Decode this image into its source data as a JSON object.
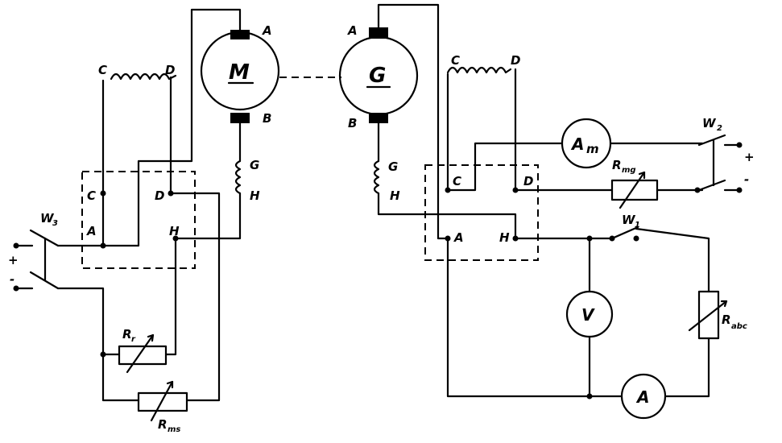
{
  "motor": {
    "symbol": "M",
    "terminal_a": "A",
    "terminal_b": "B",
    "field_c": "C",
    "field_d": "D",
    "series_g": "G",
    "series_h": "H"
  },
  "generator": {
    "symbol": "G",
    "terminal_a": "A",
    "terminal_b": "B",
    "field_c": "C",
    "field_d": "D",
    "series_g": "G",
    "series_h": "H"
  },
  "left_board": {
    "c": "C",
    "d": "D",
    "a": "A",
    "h": "H"
  },
  "right_board": {
    "c": "C",
    "d": "D",
    "a": "A",
    "h": "H"
  },
  "switches": {
    "left": {
      "name": "W",
      "sub": "3"
    },
    "right": {
      "name": "W",
      "sub": "2"
    },
    "load": {
      "name": "W",
      "sub": "1"
    }
  },
  "supply": {
    "plus": "+",
    "minus": "-"
  },
  "resistors": {
    "rr": {
      "name": "R",
      "sub": "r"
    },
    "rms": {
      "name": "R",
      "sub": "ms"
    },
    "rmg": {
      "name": "R",
      "sub": "mg"
    },
    "rabc": {
      "name": "R",
      "sub": "abc"
    }
  },
  "meters": {
    "am": {
      "name": "A",
      "sub": "m"
    },
    "voltmeter": "V",
    "ammeter": "A"
  }
}
